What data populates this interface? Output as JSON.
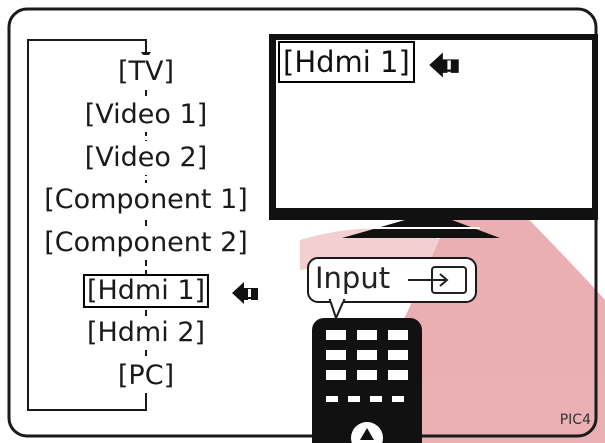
{
  "input_list": {
    "items": [
      "[TV]",
      "[Video 1]",
      "[Video 2]",
      "[Component 1]",
      "[Component 2]",
      "[Hdmi 1]",
      "[Hdmi 2]",
      "[PC]"
    ],
    "selected_index": 5
  },
  "tv_screen": {
    "selected_input": "[Hdmi 1]"
  },
  "remote": {
    "button_label": "Input"
  },
  "figure": {
    "label": "PIC4"
  },
  "colors": {
    "accent_watermark": "#e9a7ab",
    "outline": "#1a1a1a",
    "background": "#ffffff"
  },
  "icons": [
    "pointer-arrow-icon",
    "input-source-icon"
  ]
}
